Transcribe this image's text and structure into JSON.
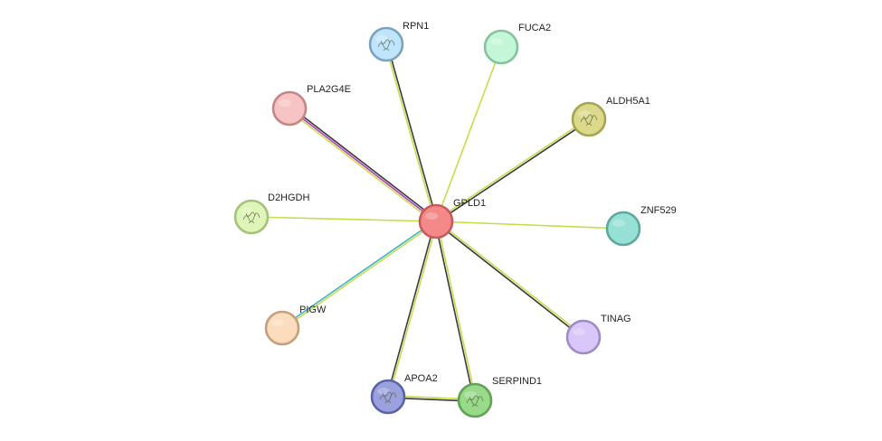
{
  "network": {
    "nodes": [
      {
        "id": "GPLD1",
        "label": "GPLD1",
        "fill": "#f4898a",
        "stroke": "#c85a5c",
        "center": true
      },
      {
        "id": "RPN1",
        "label": "RPN1",
        "fill": "#bfe4fb",
        "stroke": "#7ba3c0",
        "has_structure": true
      },
      {
        "id": "FUCA2",
        "label": "FUCA2",
        "fill": "#c3f7d8",
        "stroke": "#86c29c"
      },
      {
        "id": "ALDH5A1",
        "label": "ALDH5A1",
        "fill": "#dcd98b",
        "stroke": "#a5a354",
        "has_structure": true
      },
      {
        "id": "ZNF529",
        "label": "ZNF529",
        "fill": "#96e0d5",
        "stroke": "#5fa89c"
      },
      {
        "id": "TINAG",
        "label": "TINAG",
        "fill": "#d8c7f8",
        "stroke": "#9f8bc7"
      },
      {
        "id": "SERPIND1",
        "label": "SERPIND1",
        "fill": "#98d98a",
        "stroke": "#5fa353",
        "has_structure": true
      },
      {
        "id": "APOA2",
        "label": "APOA2",
        "fill": "#9aa1dc",
        "stroke": "#5a63a8",
        "has_structure": true
      },
      {
        "id": "PIGW",
        "label": "PIGW",
        "fill": "#fbdcbc",
        "stroke": "#c59f7c"
      },
      {
        "id": "D2HGDH",
        "label": "D2HGDH",
        "fill": "#dff4b8",
        "stroke": "#a5c27a",
        "has_structure": true
      },
      {
        "id": "PLA2G4E",
        "label": "PLA2G4E",
        "fill": "#f6c4c4",
        "stroke": "#c58585"
      }
    ],
    "edges": [
      {
        "source": "GPLD1",
        "target": "RPN1",
        "colors": [
          "#c8dc4a",
          "#3b3b3b"
        ]
      },
      {
        "source": "GPLD1",
        "target": "FUCA2",
        "colors": [
          "#c8dc4a"
        ]
      },
      {
        "source": "GPLD1",
        "target": "ALDH5A1",
        "colors": [
          "#c8dc4a",
          "#3b3b3b"
        ]
      },
      {
        "source": "GPLD1",
        "target": "ZNF529",
        "colors": [
          "#c8dc4a"
        ]
      },
      {
        "source": "GPLD1",
        "target": "TINAG",
        "colors": [
          "#c8dc4a",
          "#3b3b3b"
        ]
      },
      {
        "source": "GPLD1",
        "target": "SERPIND1",
        "colors": [
          "#c8dc4a",
          "#3b3b3b"
        ]
      },
      {
        "source": "GPLD1",
        "target": "APOA2",
        "colors": [
          "#c8dc4a",
          "#3b3b3b"
        ]
      },
      {
        "source": "GPLD1",
        "target": "PIGW",
        "colors": [
          "#c8dc4a",
          "#3bb3c7"
        ]
      },
      {
        "source": "GPLD1",
        "target": "D2HGDH",
        "colors": [
          "#c8dc4a"
        ]
      },
      {
        "source": "GPLD1",
        "target": "PLA2G4E",
        "colors": [
          "#c8dc4a",
          "#b03fbd",
          "#3b3b3b"
        ]
      },
      {
        "source": "APOA2",
        "target": "SERPIND1",
        "colors": [
          "#c8dc4a",
          "#3b3b3b"
        ]
      }
    ]
  }
}
